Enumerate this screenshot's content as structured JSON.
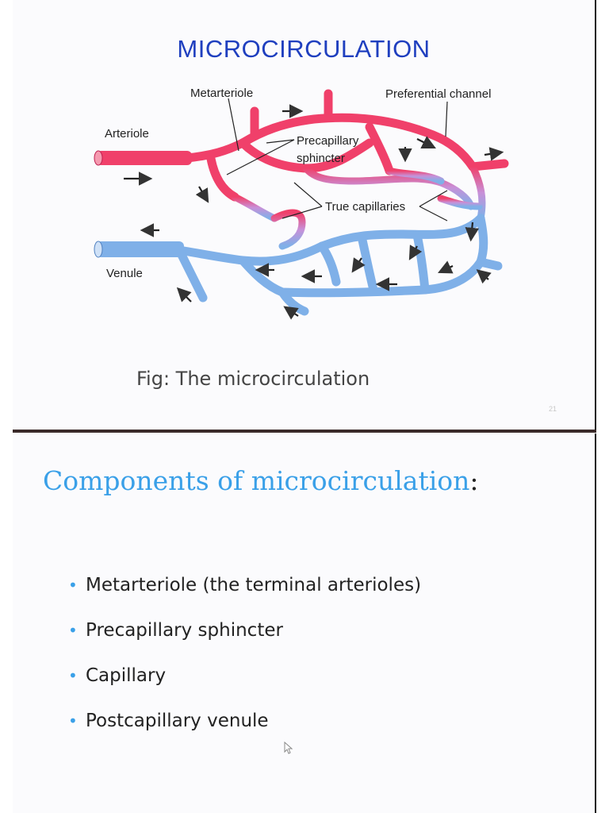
{
  "slide1": {
    "title": "MICROCIRCULATION",
    "caption": "Fig: The microcirculation",
    "page_number": "21",
    "labels": {
      "metarteriole": "Metarteriole",
      "preferential_channel": "Preferential channel",
      "arteriole": "Arteriole",
      "precapillary_line1": "Precapillary",
      "precapillary_line2": "sphincter",
      "true_capillaries": "True capillaries",
      "venule": "Venule"
    },
    "colors": {
      "arterial": "#f0406a",
      "venous": "#7fb0e8",
      "title": "#1f3fbf"
    }
  },
  "slide2": {
    "title": "Components of microcirculation",
    "title_suffix": ":",
    "bullets": [
      "Metarteriole (the terminal arterioles)",
      "Precapillary sphincter",
      "Capillary",
      "Postcapillary venule"
    ],
    "colors": {
      "title": "#3aa0e8",
      "bullet": "#3aa0e8"
    }
  }
}
